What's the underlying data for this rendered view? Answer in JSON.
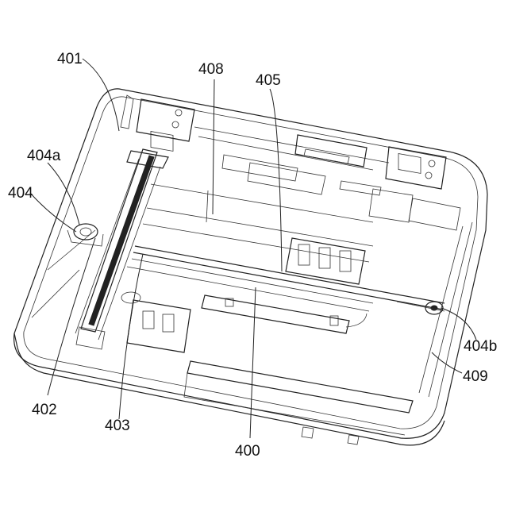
{
  "labels": {
    "l401": "401",
    "l408": "408",
    "l405": "405",
    "l404a": "404a",
    "l404": "404",
    "l404b": "404b",
    "l409": "409",
    "l402": "402",
    "l403": "403",
    "l400": "400"
  }
}
